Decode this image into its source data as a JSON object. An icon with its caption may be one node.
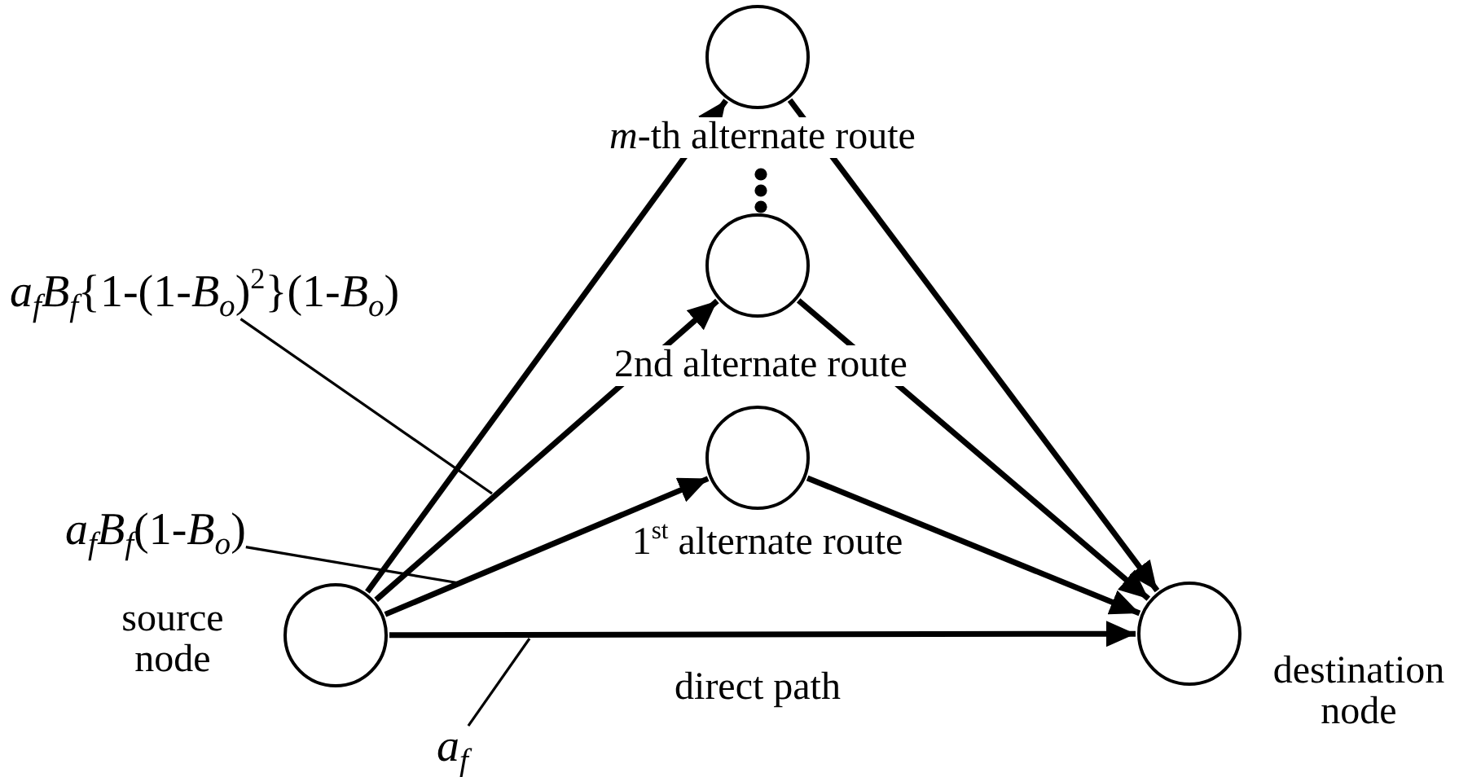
{
  "diagram": {
    "nodes": [
      {
        "text": [],
        "shape": "circle",
        "beside": [
          "source node"
        ]
      },
      {
        "text": [],
        "shape": "circle",
        "beside": [
          "*m*-th alternate route"
        ]
      },
      {
        "text": [],
        "shape": "circle",
        "beside": [
          "2nd alternate route"
        ]
      },
      {
        "text": [],
        "shape": "circle",
        "beside": [
          "1$^{st}$ alternate route"
        ]
      },
      {
        "text": [],
        "shape": "circle",
        "beside": [
          "destination node"
        ]
      },
      {
        "text": [
          "*a*$_{f}$*B*$_{f}${1-(1-*B*$_{o}$)$^{2}$}(1-*B*$_{o}$)"
        ]
      },
      {
        "text": [
          "*a*$_{f}$*B*$_{f}$(1-*B*$_{o}$)"
        ]
      },
      {
        "text": [
          "*a*$_{f}$"
        ]
      }
    ],
    "edges": [
      {
        "from": 0,
        "to": 1,
        "arrow": "to"
      },
      {
        "from": 0,
        "to": 2,
        "arrow": "to"
      },
      {
        "from": 0,
        "to": 3,
        "arrow": "to"
      },
      {
        "from": 0,
        "to": 4,
        "arrow": "to",
        "label": "direct path"
      },
      {
        "from": 1,
        "to": 4,
        "arrow": "to"
      },
      {
        "from": 2,
        "to": 4,
        "arrow": "to"
      },
      {
        "from": 3,
        "to": 4,
        "arrow": "to"
      },
      {
        "from": 5,
        "to": null,
        "arrow": "none"
      },
      {
        "from": 6,
        "to": null,
        "arrow": "none"
      },
      {
        "from": 7,
        "to": null,
        "arrow": "none"
      }
    ]
  }
}
